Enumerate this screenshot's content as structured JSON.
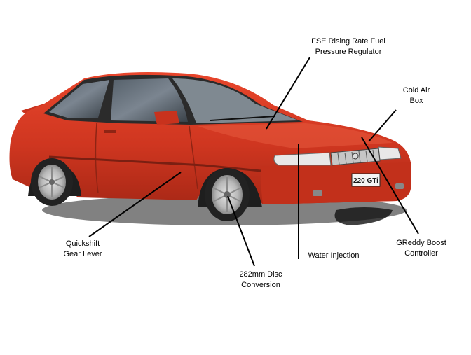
{
  "labels": {
    "fuel_regulator": [
      "FSE Rising Rate Fuel",
      "Pressure Regulator"
    ],
    "cold_air_box": [
      "Cold Air",
      "Box"
    ],
    "quickshift": [
      "Quickshift",
      "Gear Lever"
    ],
    "disc_conversion": [
      "282mm Disc",
      "Conversion"
    ],
    "water_injection": [
      "Water Injection"
    ],
    "boost_controller": [
      "GReddy Boost",
      "Controller"
    ]
  },
  "car": {
    "number_plate": "220 GTi",
    "body_color": "#d63a22"
  }
}
